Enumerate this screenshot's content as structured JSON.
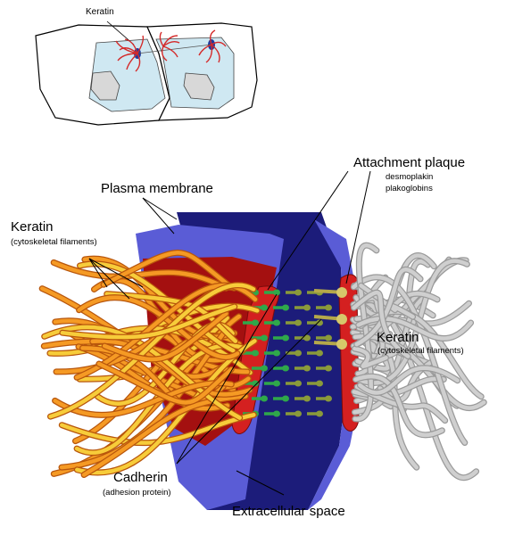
{
  "inset": {
    "label": "Keratin"
  },
  "labels": {
    "plasma_membrane": "Plasma membrane",
    "attachment_plaque": "Attachment plaque",
    "desmoplakin": "desmoplakin",
    "plakoglobins": "plakoglobins",
    "keratin_left": "Keratin",
    "keratin_left_sub": "(cytoskeletal filaments)",
    "keratin_right": "Keratin",
    "keratin_right_sub": "(cytoskeletal filaments)",
    "cadherin": "Cadherin",
    "cadherin_sub": "(adhesion protein)",
    "extracellular": "Extracellular space"
  },
  "colors": {
    "membrane_blue": "#5a5cd6",
    "space_navy": "#1c1c7a",
    "plaque_red": "#c01818",
    "keratin_orange": "#f59a24",
    "keratin_yellow": "#f7cc3a",
    "keratin_gray": "#cfcfcf",
    "cadherin_green": "#2fa84a",
    "cadherin_olive": "#8a9a3a"
  }
}
